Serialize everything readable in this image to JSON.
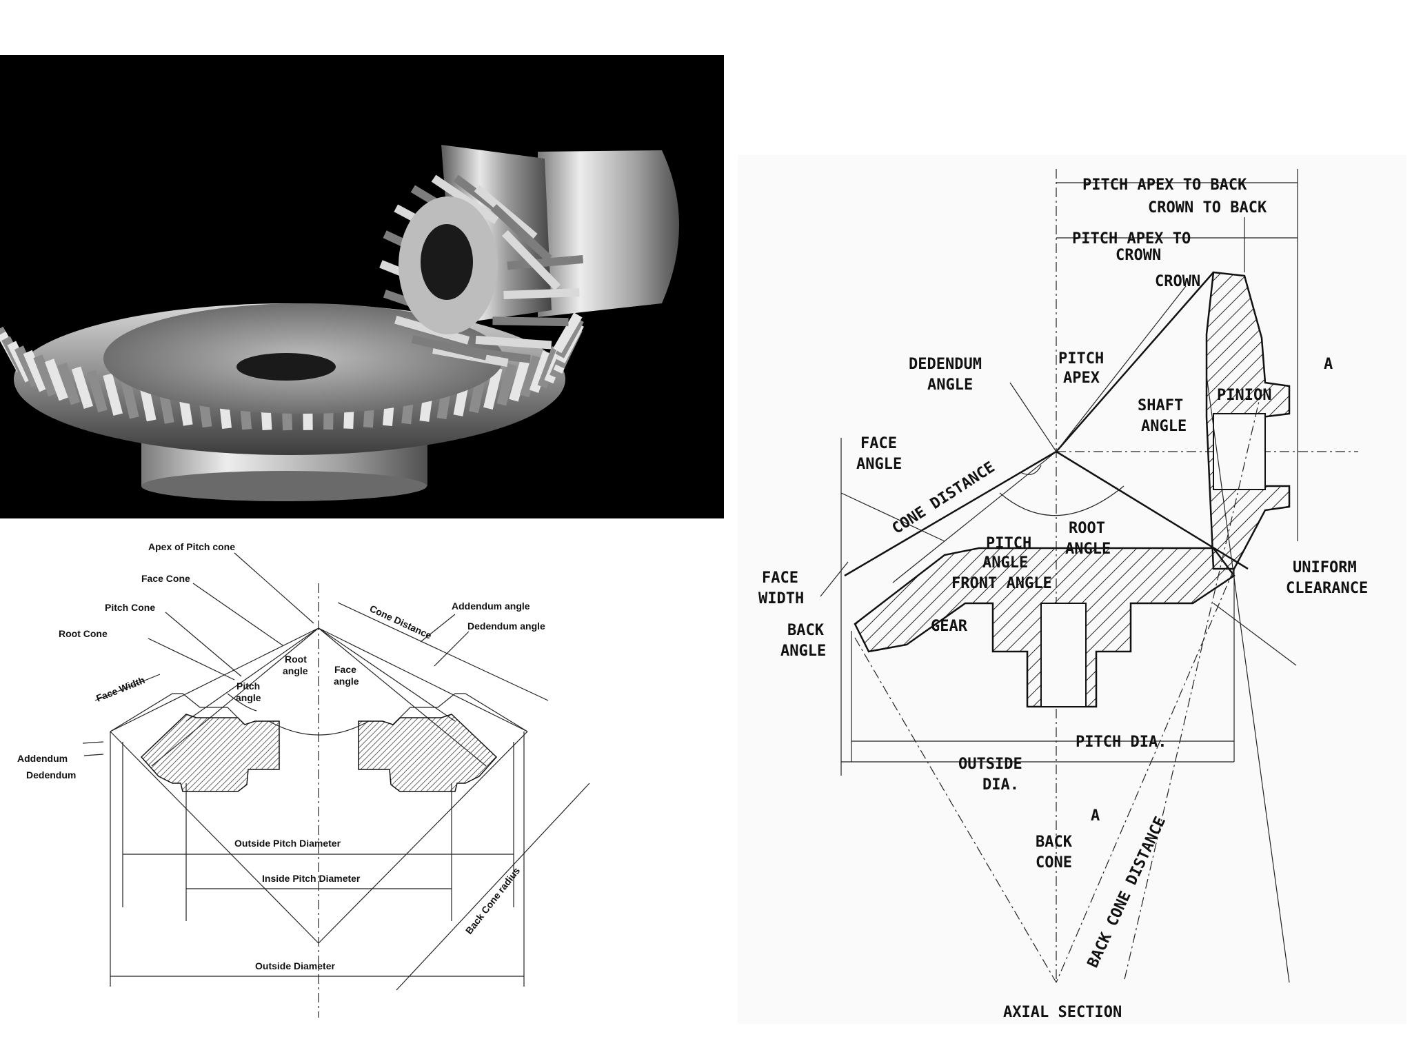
{
  "left_diagram": {
    "labels": {
      "apex_of_pitch_cone": "Apex of Pitch cone",
      "face_cone": "Face Cone",
      "pitch_cone": "Pitch Cone",
      "root_cone": "Root Cone",
      "cone_distance": "Cone Distance",
      "addendum_angle": "Addendum angle",
      "dedendum_angle": "Dedendum angle",
      "root_angle_1": "Root",
      "root_angle_2": "angle",
      "face_angle_1": "Face",
      "face_angle_2": "angle",
      "pitch_angle_1": "Pitch",
      "pitch_angle_2": "angle",
      "face_width": "Face Width",
      "addendum": "Addendum",
      "dedendum": "Dedendum",
      "outside_pitch_diameter": "Outside Pitch Diameter",
      "inside_pitch_diameter": "Inside Pitch Diameter",
      "outside_diameter": "Outside Diameter",
      "back_cone_radius": "Back  Cone radius"
    }
  },
  "right_diagram": {
    "labels": {
      "pitch_apex_to_back": "PITCH APEX TO BACK",
      "crown_to_back": "CROWN TO BACK",
      "pitch_apex_to_crown_1": "PITCH APEX TO",
      "pitch_apex_to_crown_2": "CROWN",
      "crown": "CROWN",
      "dedendum_angle_1": "DEDENDUM",
      "dedendum_angle_2": "ANGLE",
      "pitch_apex_1": "PITCH",
      "pitch_apex_2": "APEX",
      "pinion": "PINION",
      "a_top": "A",
      "shaft_angle_1": "SHAFT",
      "shaft_angle_2": "ANGLE",
      "face_angle_1": "FACE",
      "face_angle_2": "ANGLE",
      "cone_distance": "CONE DISTANCE",
      "pitch_angle_1": "PITCH",
      "pitch_angle_2": "ANGLE",
      "root_angle_1": "ROOT",
      "root_angle_2": "ANGLE",
      "front_angle": "FRONT ANGLE",
      "face_width_1": "FACE",
      "face_width_2": "WIDTH",
      "uniform_clearance_1": "UNIFORM",
      "uniform_clearance_2": "CLEARANCE",
      "back_angle_1": "BACK",
      "back_angle_2": "ANGLE",
      "gear": "GEAR",
      "pitch_dia": "PITCH DIA.",
      "outside_dia_1": "OUTSIDE",
      "outside_dia_2": "DIA.",
      "a_bottom": "A",
      "back_cone_1": "BACK",
      "back_cone_2": "CONE",
      "back_cone_distance": "BACK CONE DISTANCE",
      "axial_section": "AXIAL SECTION"
    }
  }
}
